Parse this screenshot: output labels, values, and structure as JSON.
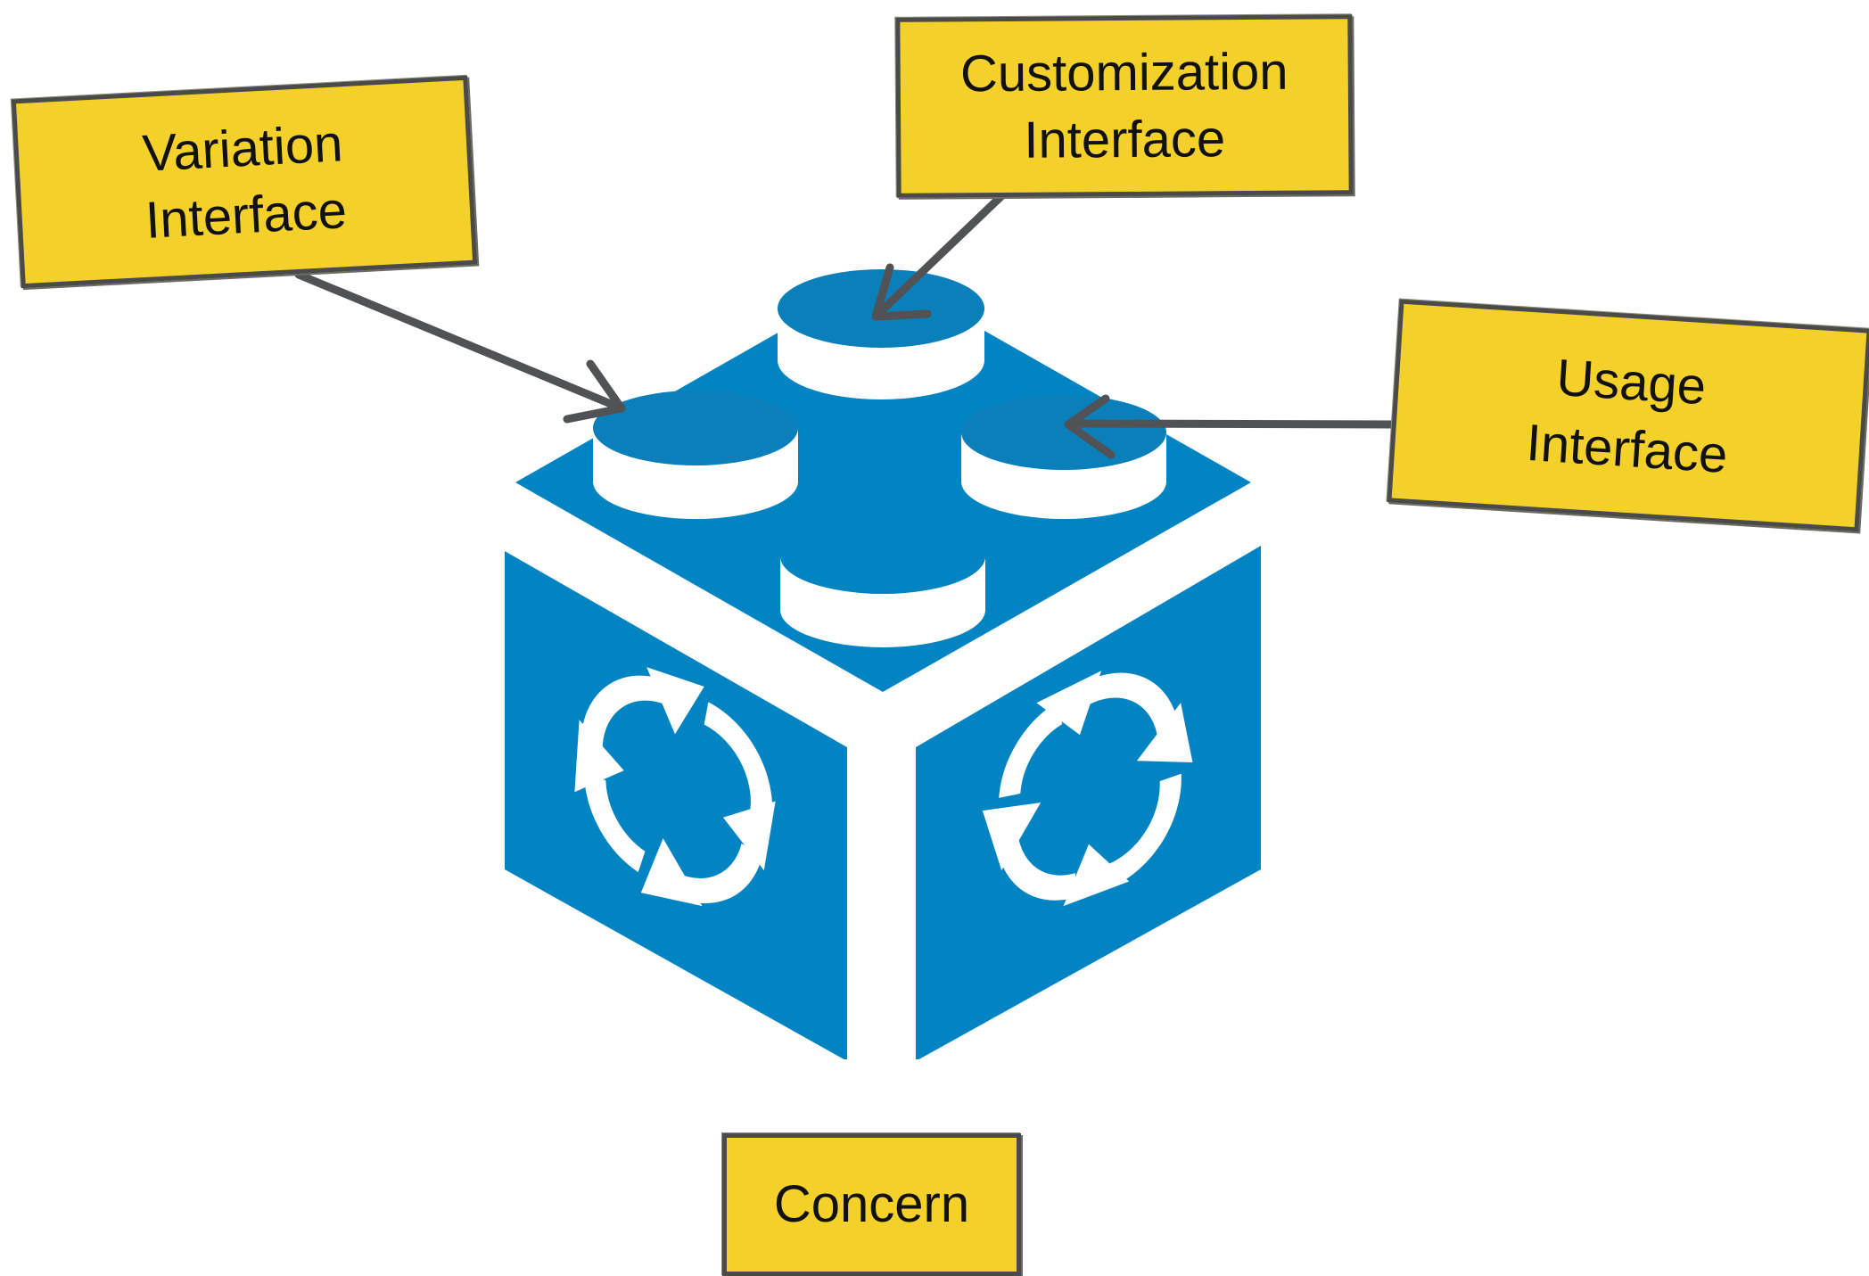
{
  "colors": {
    "brick_blue": "#0284c3",
    "stud_top_blue": "#0a7fba",
    "callout_fill": "#f4d12a",
    "callout_border": "#4a4a4a",
    "arrow": "#505256"
  },
  "icons": {
    "brick": "lego-brick-icon",
    "cycle": "circular-arrows-icon"
  },
  "callouts": {
    "variation": {
      "line1": "Variation",
      "line2": "Interface"
    },
    "customization": {
      "line1": "Customization",
      "line2": "Interface"
    },
    "usage": {
      "line1": "Usage",
      "line2": "Interface"
    },
    "concern": {
      "line1": "Concern"
    }
  }
}
